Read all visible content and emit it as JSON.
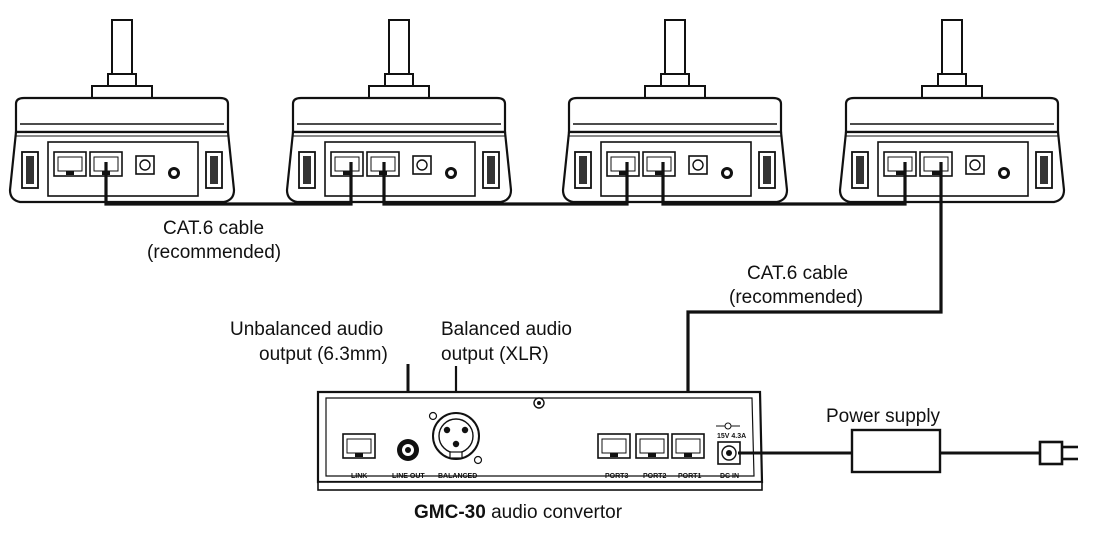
{
  "labels": {
    "cable_left_line1": "CAT.6 cable",
    "cable_left_line2": "(recommended)",
    "cable_right_line1": "CAT.6 cable",
    "cable_right_line2": "(recommended)",
    "unbalanced_line1": "Unbalanced audio",
    "unbalanced_line2": "output (6.3mm)",
    "balanced_line1": "Balanced audio",
    "balanced_line2": "output (XLR)",
    "power_supply": "Power supply",
    "device_model": "GMC-30",
    "device_desc": " audio convertor"
  },
  "panel": {
    "link": "LINK",
    "line_out": "LINE OUT",
    "balanced": "BALANCED",
    "port3": "PORT3",
    "port2": "PORT2",
    "port1": "PORT1",
    "dc_rating": "15V 4.3A",
    "dc_in": "DC IN"
  },
  "icons": [
    "microphone-unit",
    "rj45-port-icon",
    "xlr-jack-icon",
    "power-adapter-icon",
    "plug-icon"
  ]
}
